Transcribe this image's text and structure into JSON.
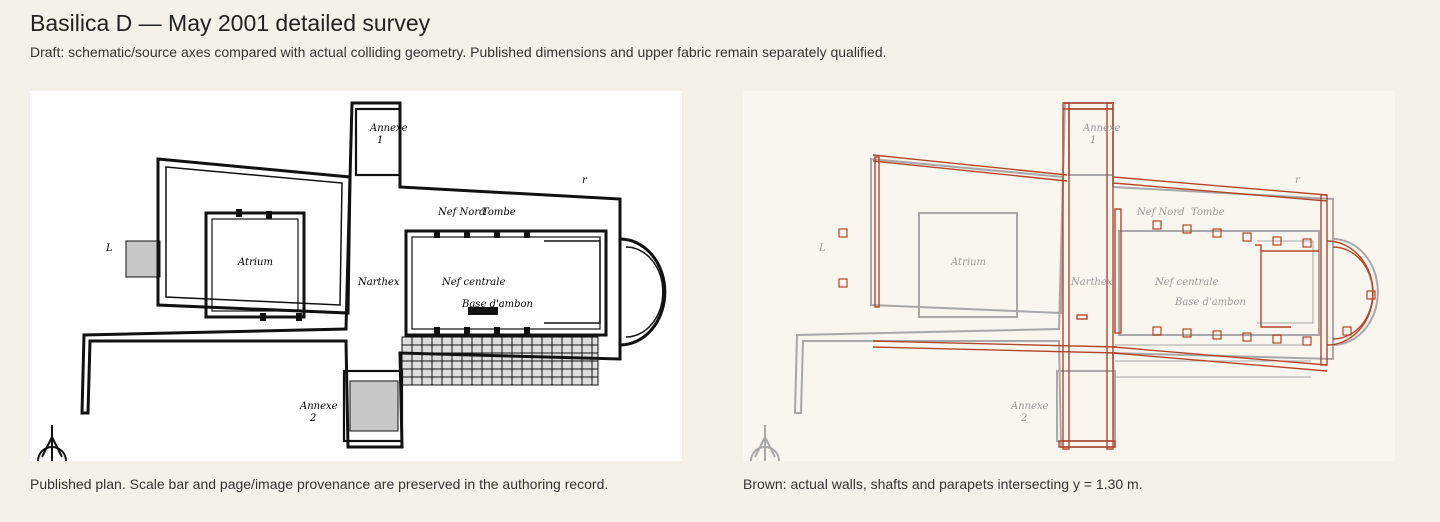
{
  "header": {
    "title": "Basilica D — May 2001 detailed survey",
    "subtitle": "Draft: schematic/source axes compared with actual colliding geometry. Published dimensions and upper fabric remain separately qualified."
  },
  "plan_labels": {
    "annexe1": "Annexe",
    "annexe1_num": "1",
    "annexe2": "Annexe",
    "annexe2_num": "2",
    "atrium": "Atrium",
    "narthex": "Narthex",
    "nef_nord": "Nef Nord",
    "tombe": "Tombe",
    "nef_centrale": "Nef centrale",
    "base_ambon": "Base d'ambon",
    "marker_l": "L",
    "marker_r": "r"
  },
  "captions": {
    "left": "Published plan. Scale bar and page/image provenance are preserved in the authoring record.",
    "right": "Brown: actual walls, shafts and parapets intersecting y = 1.30 m."
  },
  "colors": {
    "page_bg": "#f4f2e8",
    "plan_ink": "#111111",
    "faded_ink": "#9a9a9a",
    "overlay": "#b5452a"
  }
}
